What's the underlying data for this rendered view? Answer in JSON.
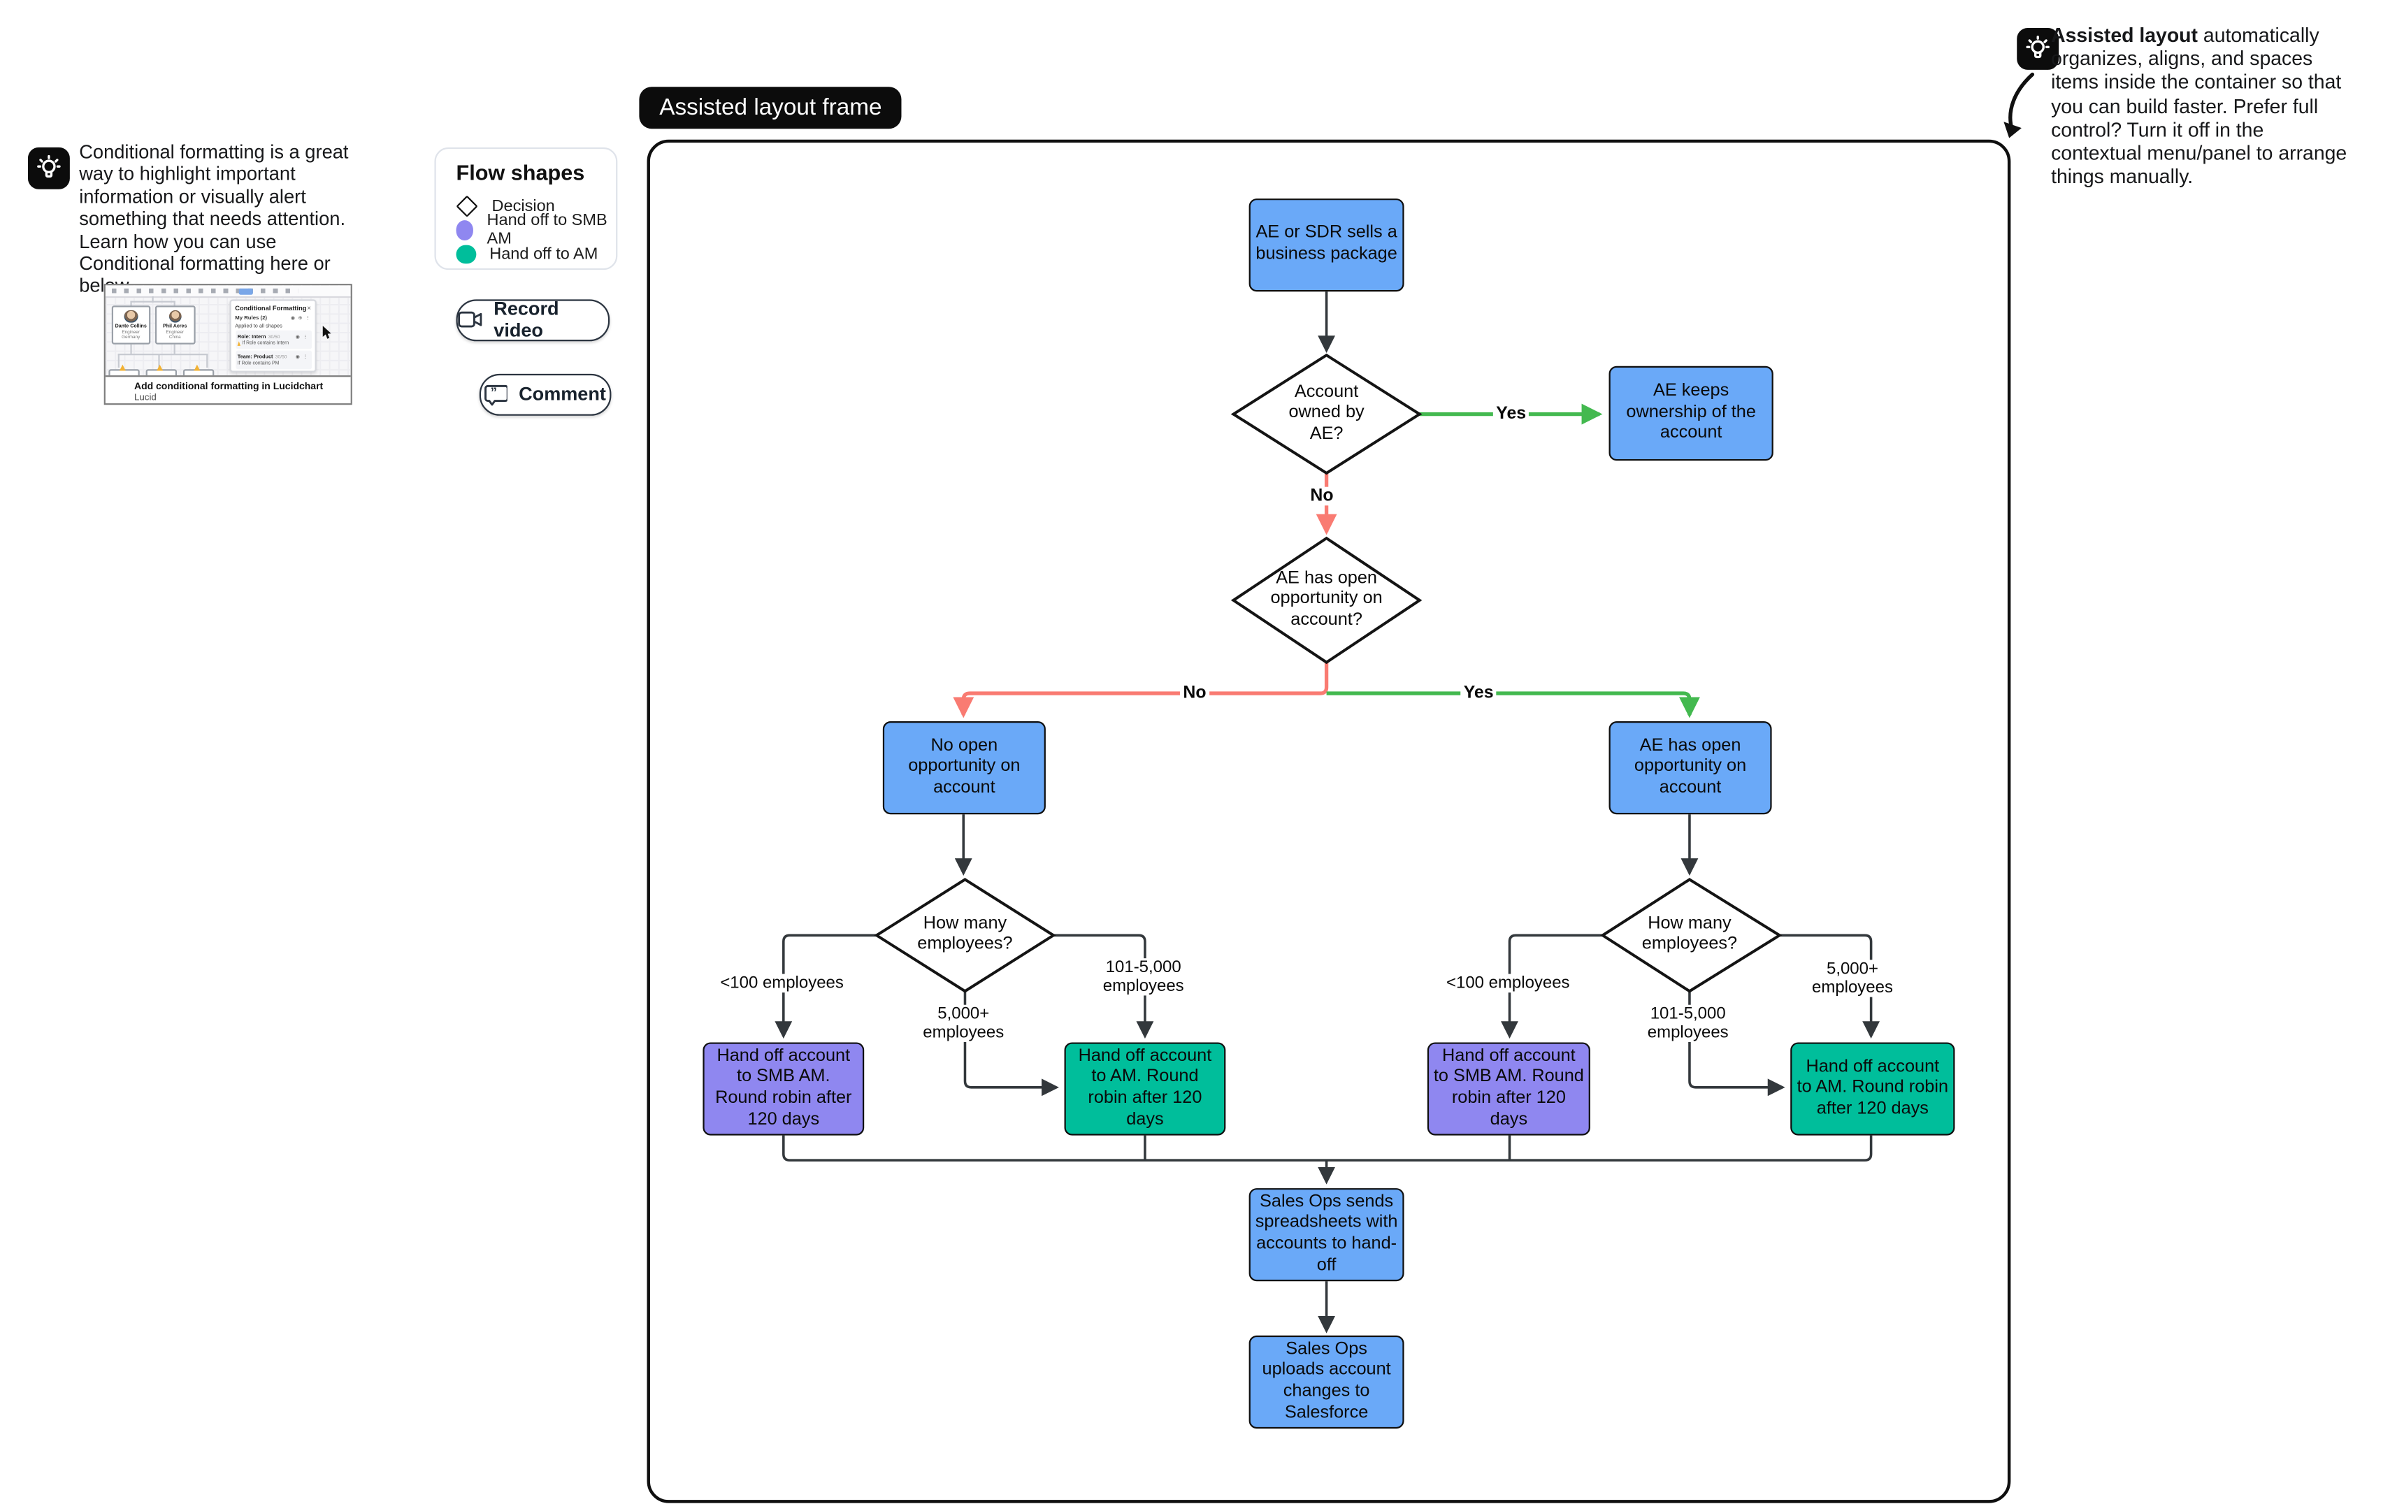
{
  "tips": {
    "left": {
      "text": "Conditional formatting is a great way to highlight important information or visually alert something that needs attention. Learn how you can use Conditional formatting here or below."
    },
    "right": {
      "bold": "Assisted layout",
      "rest": " automatically organizes, aligns, and spaces items inside the container so that you can build faster. Prefer full control? Turn it off in the contextual menu/panel to arrange things manually."
    }
  },
  "video_card": {
    "caption_title": "Add conditional formatting in Lucidchart",
    "caption_source": "Lucid",
    "panel": {
      "title": "Conditional Formatting",
      "close": "×",
      "rules_header": "My Rules (2)",
      "header_icons": "◉ ⊕ ⋮",
      "applied": "Applied to all shapes",
      "rule1_title": "Role: Intern",
      "rule1_badge": "30/50",
      "rule1_icons": "◉ ⋮",
      "rule1_cond": "If Role contains Intern",
      "rule2_title": "Team: Product",
      "rule2_badge": "30/50",
      "rule2_icons": "◉ ⋮",
      "rule2_cond": "If Role contains PM"
    },
    "org": {
      "p1_name": "Dante Collins",
      "p1_role": "Engineer",
      "p1_loc": "Germany",
      "p2_name": "Phil Acres",
      "p2_role": "Engineer",
      "p2_loc": "China"
    }
  },
  "legend": {
    "title": "Flow shapes",
    "items": [
      {
        "label": "Decision"
      },
      {
        "label": "Hand off to SMB AM"
      },
      {
        "label": "Hand off to AM"
      }
    ]
  },
  "buttons": {
    "record": "Record video",
    "comment": "Comment"
  },
  "frame": {
    "label": "Assisted layout frame"
  },
  "flow": {
    "nodes": {
      "sell": "AE or SDR sells a business package",
      "keep": "AE keeps ownership of the account",
      "d_owned": "Account owned by AE?",
      "d_opp": "AE has open opportunity on account?",
      "no_opp": "No open opportunity on account",
      "has_opp": "AE has open opportunity on account",
      "d_emp": "How many employees?",
      "smb": "Hand off account to SMB AM. Round robin after 120 days",
      "am": "Hand off account to AM. Round robin after 120 days",
      "sends": "Sales Ops sends spreadsheets with accounts to hand-off",
      "uploads": "Sales Ops uploads account changes to Salesforce"
    },
    "edge_labels": {
      "yes": "Yes",
      "no": "No",
      "lt100": "<100 employees",
      "e101": "101-5,000 employees",
      "e5000": "5,000+ employees"
    },
    "colors": {
      "process": "#6AA9F8",
      "smb": "#8F87F0",
      "am": "#00BE9B",
      "yes_edge": "#43B94F",
      "no_edge": "#F97B72",
      "edge": "#33383C"
    }
  }
}
